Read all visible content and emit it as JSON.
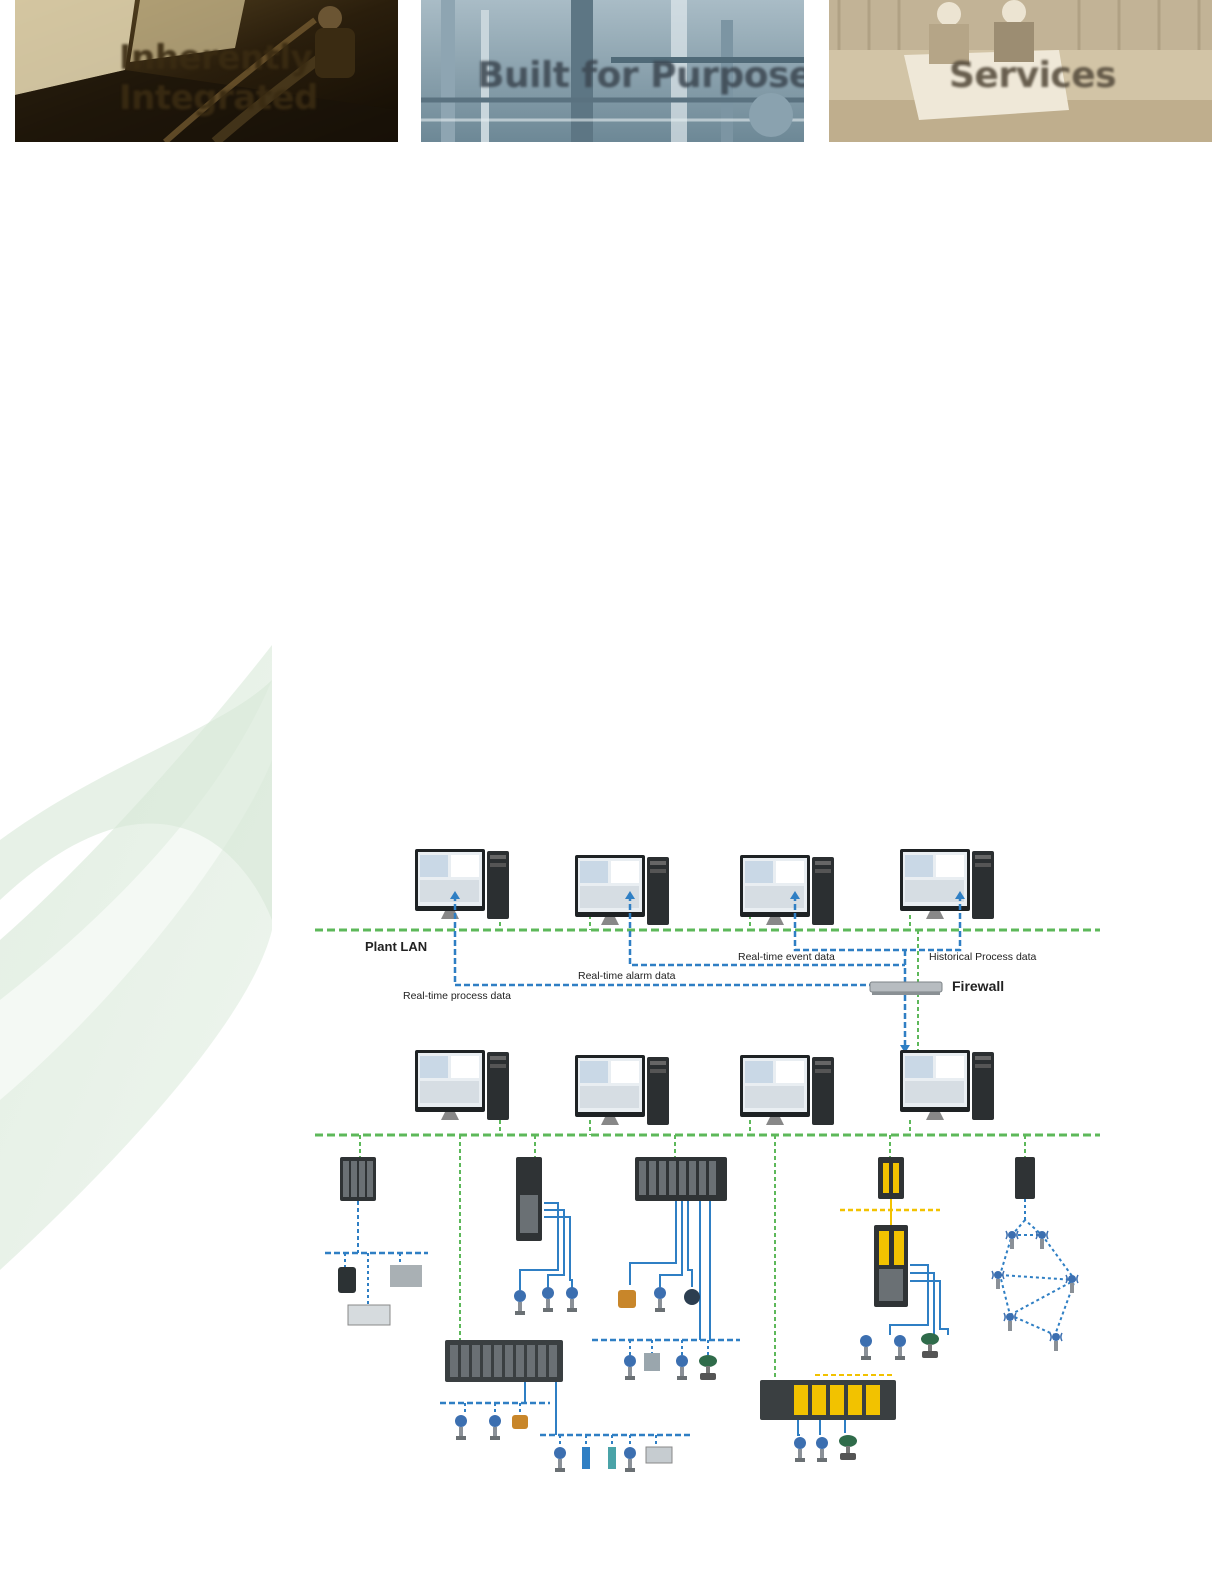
{
  "banners": [
    {
      "title_line1": "Inherently",
      "title_line2": "Integrated",
      "theme": "control-room-photo",
      "tint": "#2a1e0c"
    },
    {
      "title": "Built for Purpose",
      "theme": "refinery-photo",
      "tint": "#7f9aa8"
    },
    {
      "title": "Services",
      "theme": "engineers-site-photo",
      "tint": "#c8b898"
    }
  ],
  "diagram": {
    "labels": {
      "plant_lan": "Plant LAN",
      "firewall": "Firewall",
      "realtime_event": "Real-time event data",
      "historical_process": "Historical Process data",
      "realtime_alarm": "Real-time alarm data",
      "realtime_process": "Real-time process data"
    },
    "colors": {
      "lan_green": "#5db85a",
      "data_blue": "#2f7fc4",
      "safety_yellow": "#f2c200",
      "device_dark": "#2d3133",
      "valve_green": "#2f6b4a",
      "swoosh_green": "#dcebdc"
    },
    "icons": [
      "workstation-icon",
      "firewall-appliance-icon",
      "controller-rack-icon",
      "io-module-icon",
      "transmitter-icon",
      "control-valve-icon",
      "wireless-device-icon",
      "safety-system-icon"
    ]
  }
}
